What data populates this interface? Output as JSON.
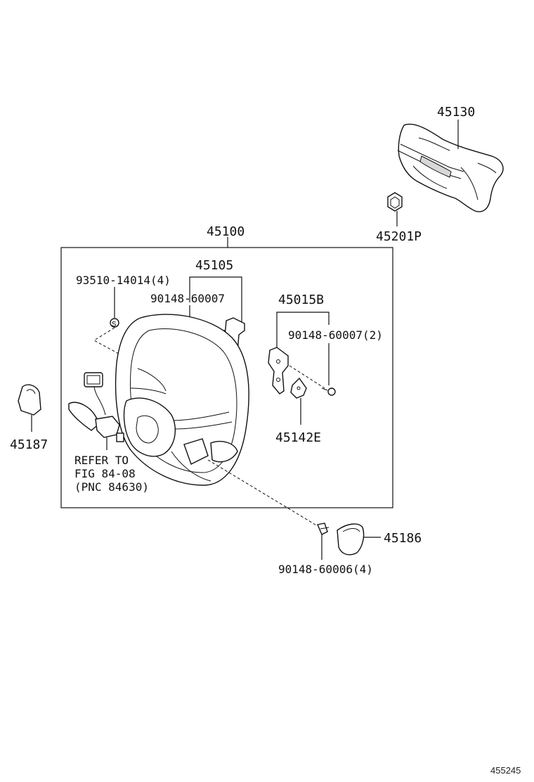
{
  "diagram": {
    "labels": {
      "p45130": "45130",
      "p45201P": "45201P",
      "p45100": "45100",
      "p45105": "45105",
      "p93510": "93510-14014(4)",
      "p90148_60007": "90148-60007",
      "p45015B": "45015B",
      "p90148_60007_2": "90148-60007(2)",
      "p45142E": "45142E",
      "p45187": "45187",
      "refer_line1": "REFER TO",
      "refer_line2": "FIG 84-08",
      "refer_line3": "(PNC 84630)",
      "p45186": "45186",
      "p90148_60006": "90148-60006(4)",
      "figure_id": "455245"
    },
    "icons": [
      "steering-wheel-icon",
      "airbag-cover-icon",
      "bracket-icon",
      "bolt-icon",
      "cap-icon",
      "switch-harness-icon"
    ]
  }
}
